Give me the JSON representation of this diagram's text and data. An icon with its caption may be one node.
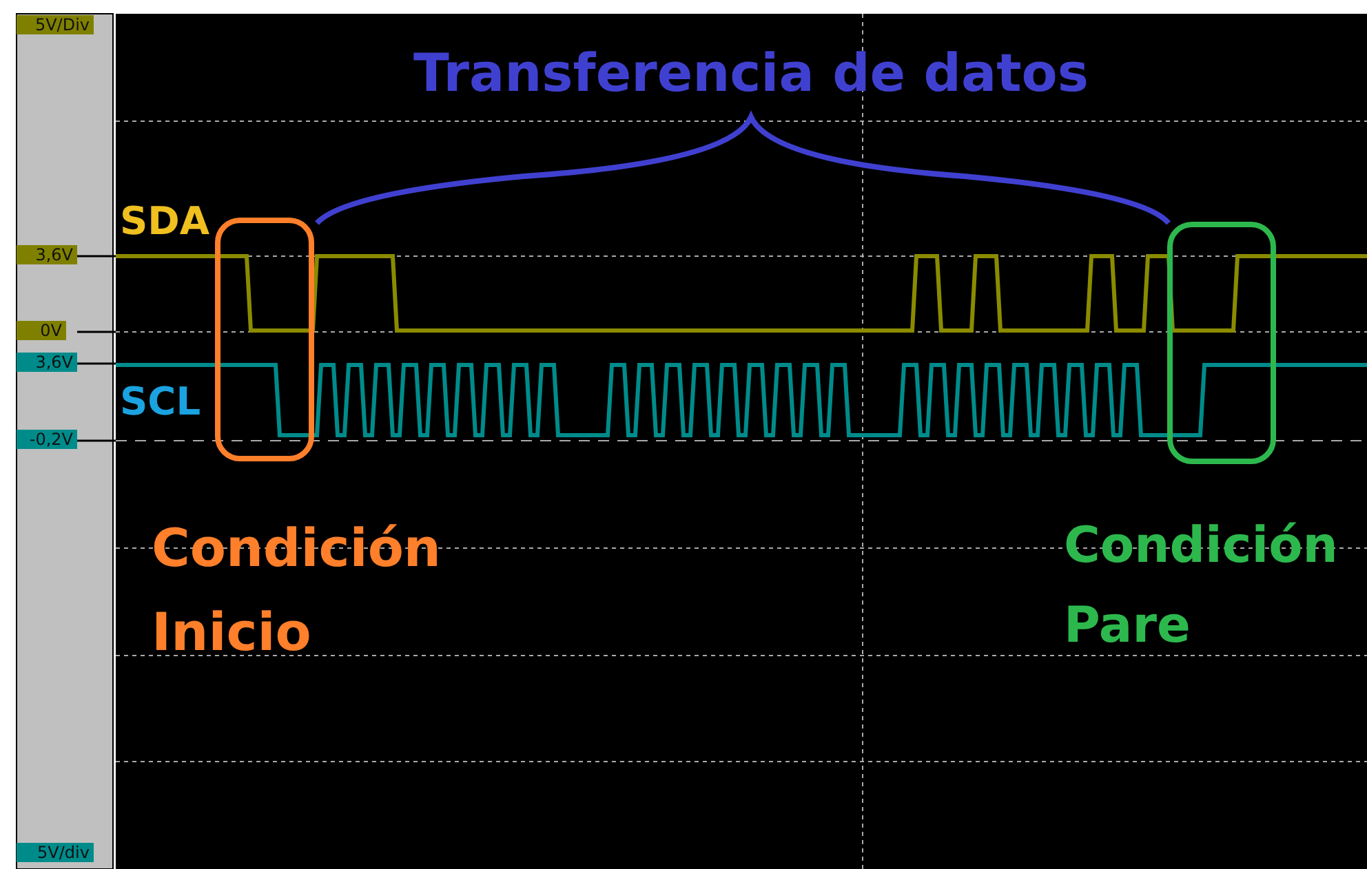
{
  "diagram": {
    "labels": [
      "5V/Div",
      "Transferencia de datos",
      "SDA",
      "3,6V",
      "0V",
      "3,6V",
      "SCL",
      "-0,2V",
      "Condición Inicio",
      "Condición Pare",
      "5V/div"
    ]
  }
}
